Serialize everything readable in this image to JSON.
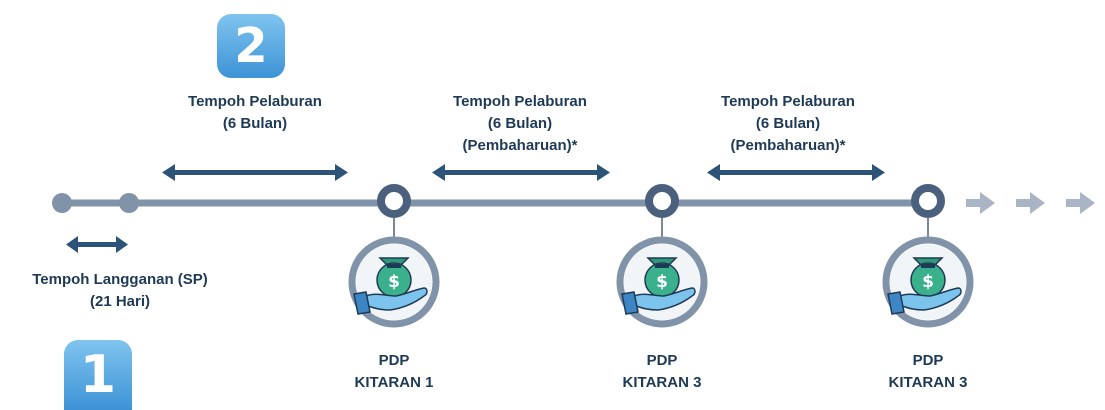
{
  "steps": {
    "step_1": "1",
    "step_2": "2"
  },
  "periods": {
    "subscription": {
      "line1": "Tempoh Langganan (SP)",
      "line2": "(21 Hari)"
    },
    "investment_1": {
      "line1": "Tempoh Pelaburan",
      "line2": "(6 Bulan)"
    },
    "investment_2": {
      "line1": "Tempoh Pelaburan",
      "line2": "(6 Bulan)",
      "line3": "(Pembaharuan)*"
    },
    "investment_3": {
      "line1": "Tempoh Pelaburan",
      "line2": "(6 Bulan)",
      "line3": "(Pembaharuan)*"
    }
  },
  "payouts": [
    {
      "line1": "PDP",
      "line2": "KITARAN 1",
      "icon": "hand-money-bag-icon"
    },
    {
      "line1": "PDP",
      "line2": "KITARAN 3",
      "icon": "hand-money-bag-icon"
    },
    {
      "line1": "PDP",
      "line2": "KITARAN 3",
      "icon": "hand-money-bag-icon"
    }
  ],
  "colors": {
    "timeline": "#8193a8",
    "node_ring": "#4b607d",
    "arrow": "#2d5478",
    "continuation_arrow": "#a9b5c5",
    "text": "#1f3a55",
    "badge": "#4ba3e0",
    "bag": "#2f9a7a",
    "hand": "#5fb3e6"
  }
}
